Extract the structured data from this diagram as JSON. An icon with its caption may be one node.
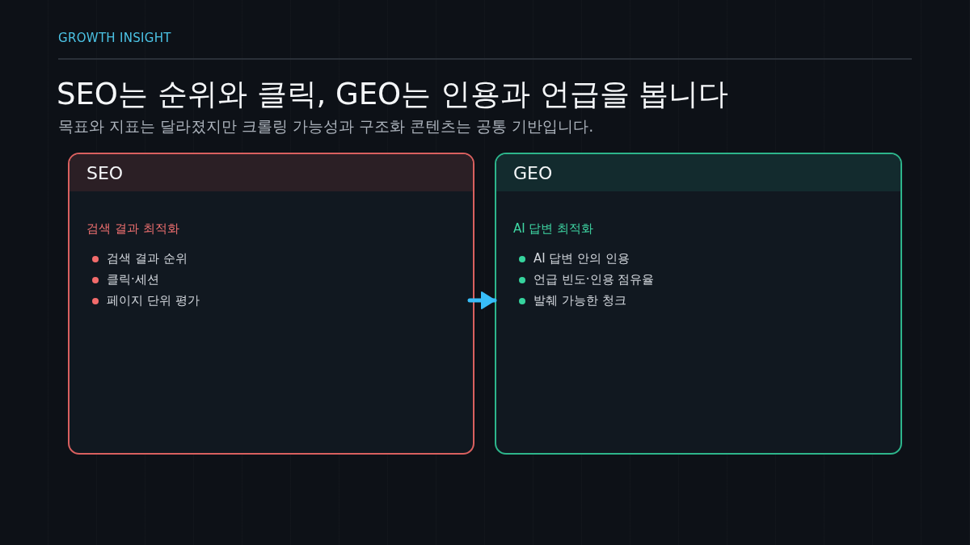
{
  "diagram": {
    "title": "SEO는 순위와 클릭, GEO는 인용과 언급을 봅니다",
    "nodes": [
      {
        "text": [
          "SEO",
          "검색 결과 최적화",
          "검색 결과 순위",
          "클릭·세션",
          "페이지 단위 평가"
        ]
      },
      {
        "text": [
          "GEO",
          "AI 답변 최적화",
          "AI 답변 안의 인용",
          "언급 빈도·인용 점유율",
          "발췌 가능한 청크"
        ]
      }
    ],
    "edges": [
      {
        "from": 0,
        "to": 1,
        "arrow": "to"
      }
    ],
    "labels": [
      "GROWTH INSIGHT",
      "목표와 지표는 달라졌지만 크롤링 가능성과 구조화 콘텐츠는 공통 기반입니다."
    ]
  }
}
